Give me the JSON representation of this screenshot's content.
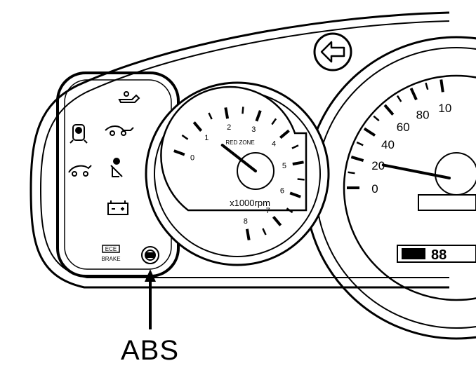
{
  "labels": {
    "pointer": "ABS",
    "rpm_unit": "x1000rpm",
    "red_zone": "RED ZONE",
    "brake_warn_top": "ЕСЕ",
    "brake_warn_bottom": "BRAKE"
  },
  "tachometer": {
    "ticks": [
      "0",
      "1",
      "2",
      "3",
      "4",
      "5",
      "6",
      "7",
      "8"
    ],
    "needle_value": 0.6
  },
  "speedometer": {
    "ticks": [
      "0",
      "20",
      "40",
      "60",
      "80",
      "10"
    ],
    "needle_value": 8
  },
  "indicators": [
    {
      "name": "oil-pressure-icon"
    },
    {
      "name": "door-ajar-icon"
    },
    {
      "name": "low-fuel-icon"
    },
    {
      "name": "trunk-open-icon"
    },
    {
      "name": "seatbelt-icon"
    },
    {
      "name": "battery-icon"
    },
    {
      "name": "abs-warning-icon"
    }
  ],
  "odometer_digits": "88"
}
